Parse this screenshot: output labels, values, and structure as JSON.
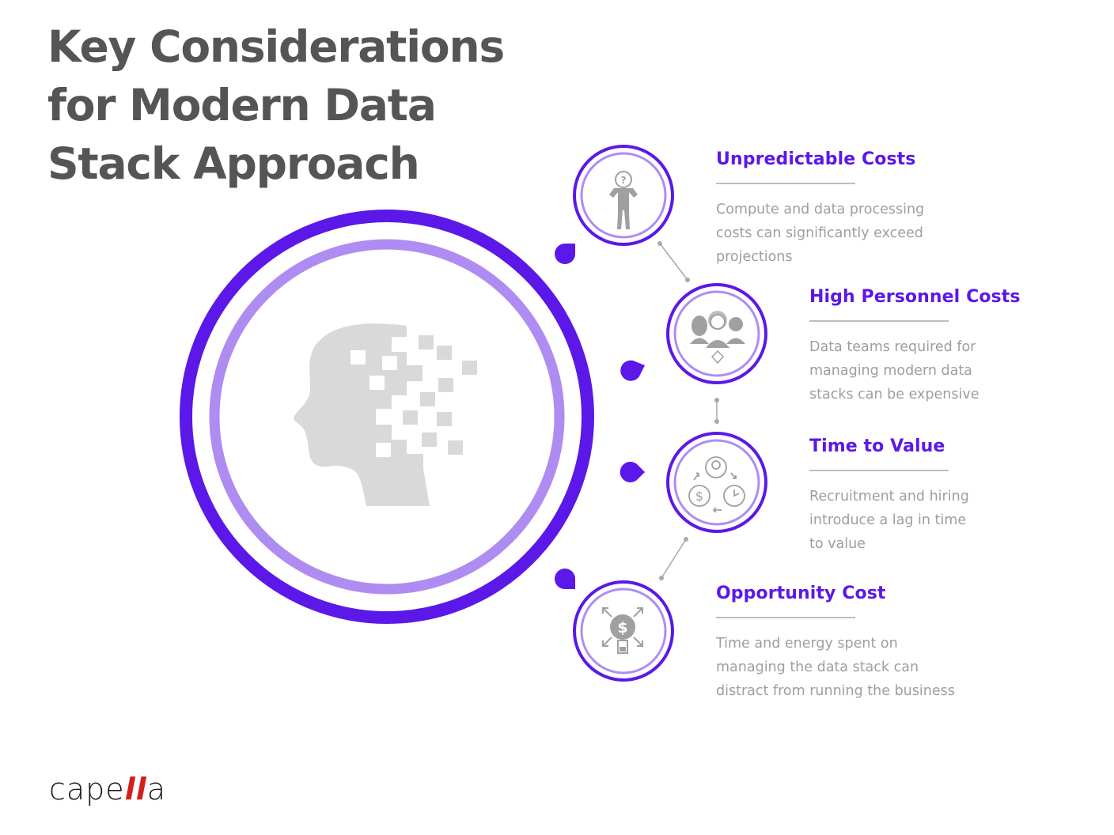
{
  "title": {
    "lines": [
      "Key Considerations",
      "for Modern Data",
      "Stack Approach"
    ]
  },
  "colors": {
    "accent": "#5b18e8",
    "accent_light": "#ae8cf2",
    "title": "#555555",
    "body_text": "#9e9e9e",
    "icon_gray": "#a0a0a0",
    "head_gray": "#d9d9d9",
    "rule": "#bdbdbd",
    "logo_red": "#d41f1f"
  },
  "center_icon": {
    "icon": "pixelated-head-icon"
  },
  "items": [
    {
      "heading": "Unpredictable Costs",
      "icon": "confused-person-icon",
      "lines": [
        "Compute and data processing",
        "costs can significantly exceed",
        "projections"
      ]
    },
    {
      "heading": "High Personnel Costs",
      "icon": "team-people-icon",
      "lines": [
        "Data teams required for",
        "managing modern data",
        "stacks can be expensive"
      ]
    },
    {
      "heading": "Time to Value",
      "icon": "money-time-cycle-icon",
      "lines": [
        "Recruitment and hiring",
        "introduce a lag in time",
        "to value"
      ]
    },
    {
      "heading": "Opportunity Cost",
      "icon": "dollar-lightbulb-icon",
      "lines": [
        "Time and energy spent on",
        "managing the data stack can",
        "distract from running the business"
      ]
    }
  ],
  "logo": {
    "prefix": "cape",
    "highlight": "ll",
    "suffix": "a"
  }
}
